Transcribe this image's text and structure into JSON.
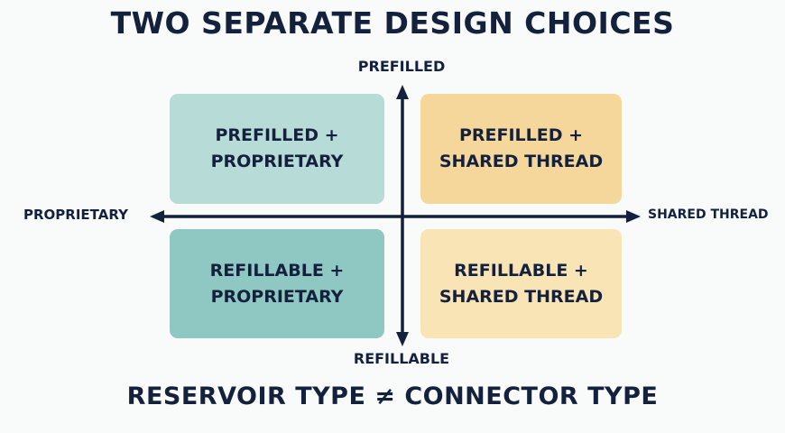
{
  "title": "TWO SEPARATE DESIGN CHOICES",
  "footer": "RESERVOIR TYPE ≠ CONNECTOR TYPE",
  "axes": {
    "top": "PREFILLED",
    "bottom": "REFILLABLE",
    "left": "PROPRIETARY",
    "right": "SHARED THREAD"
  },
  "quadrants": {
    "top_left": {
      "line1": "PREFILLED +",
      "line2": "PROPRIETARY",
      "color": "#b7dcd8"
    },
    "top_right": {
      "line1": "PREFILLED +",
      "line2": "SHARED THREAD",
      "color": "#f5d79b"
    },
    "bottom_left": {
      "line1": "REFILLABLE +",
      "line2": "PROPRIETARY",
      "color": "#8fc8c2"
    },
    "bottom_right": {
      "line1": "REFILLABLE +",
      "line2": "SHARED THREAD",
      "color": "#f9e4b6"
    }
  },
  "colors": {
    "text": "#14213d",
    "background": "#f9fbfb"
  }
}
